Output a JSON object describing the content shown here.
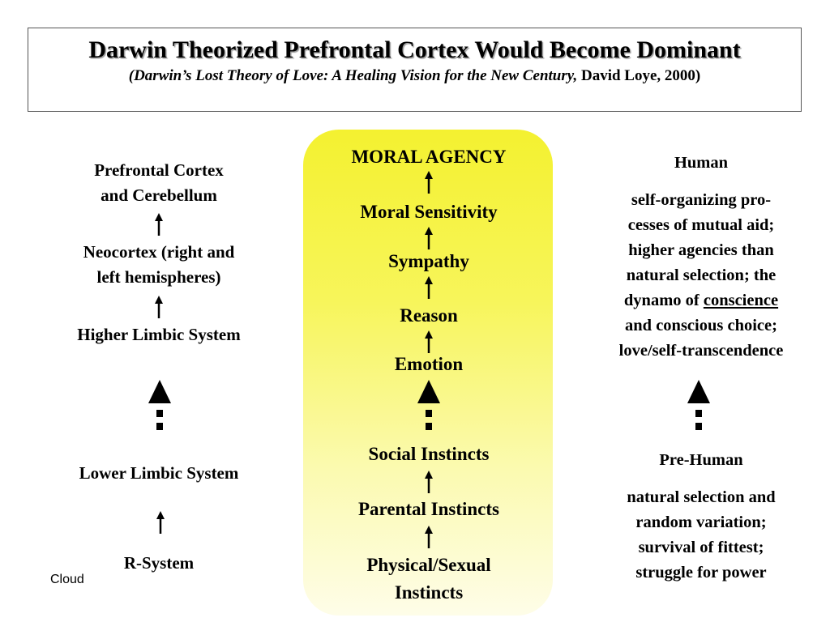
{
  "header": {
    "title": "Darwin Theorized Prefrontal Cortex Would Become Dominant",
    "subtitle_open": "(",
    "subtitle_book": "Darwin’s Lost Theory of Love: A Healing Vision for the New Century,",
    "subtitle_author": " David Loye, 2000)"
  },
  "left_column": {
    "item_1_line1": "Prefrontal Cortex",
    "item_1_line2": "and Cerebellum",
    "item_2_line1": "Neocortex (right and",
    "item_2_line2": "left hemispheres)",
    "item_3": "Higher Limbic System",
    "item_4": "Lower Limbic System",
    "item_5": "R-System"
  },
  "center_column": {
    "item_1": "MORAL AGENCY",
    "item_2": "Moral Sensitivity",
    "item_3": "Sympathy",
    "item_4": "Reason",
    "item_5": "Emotion",
    "item_6": "Social Instincts",
    "item_7": "Parental Instincts",
    "item_8_line1": "Physical/Sexual",
    "item_8_line2": "Instincts"
  },
  "right_column": {
    "upper_heading": "Human",
    "upper_line1": "self-organizing pro-",
    "upper_line2": "cesses of mutual aid;",
    "upper_line3": "higher agencies than",
    "upper_line4": "natural selection; the",
    "upper_line5_prefix": "dynamo of ",
    "upper_line5_underlined": "conscience",
    "upper_line6": "and conscious choice;",
    "upper_line7": "love/self-transcendence",
    "lower_heading": "Pre-Human",
    "lower_line1": "natural selection and",
    "lower_line2": "random variation;",
    "lower_line3": "survival of fittest;",
    "lower_line4": "struggle for power"
  },
  "footer": {
    "note": "Cloud"
  },
  "colors": {
    "panel_top": "#f4f130",
    "panel_bottom": "#fefde8",
    "text": "#000000"
  }
}
